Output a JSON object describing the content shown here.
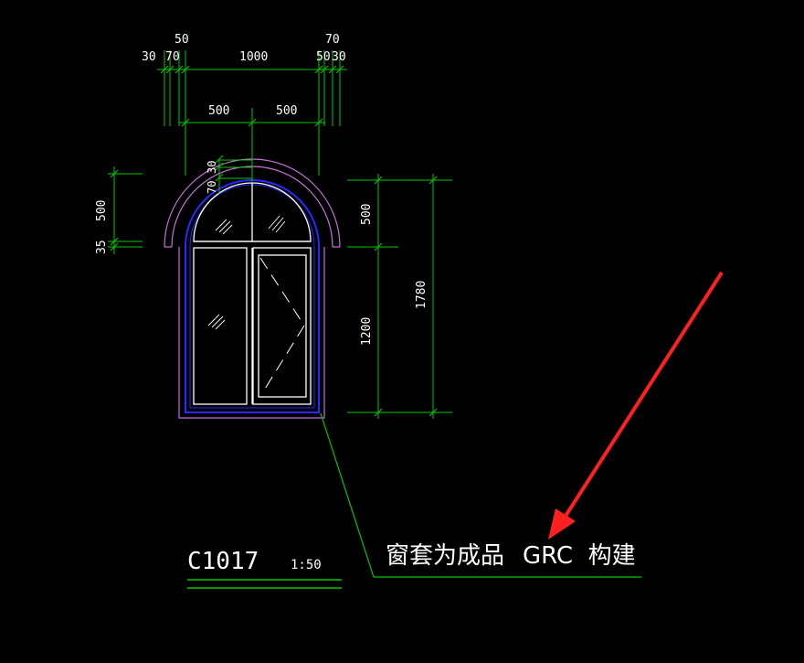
{
  "drawing": {
    "title": "C1017",
    "scale": "1:50",
    "note_left": "窗套为成品",
    "note_right": "GRC  构建"
  },
  "dimensions": {
    "top_30_left": "30",
    "top_70_left": "70",
    "top_50_left": "50",
    "top_1000": "1000",
    "top_70_right": "70",
    "top_50_right": "50",
    "top_30_right": "30",
    "mid_500_left": "500",
    "mid_500_right": "500",
    "arch_30": "30",
    "arch_70": "70",
    "left_500": "500",
    "left_35": "35",
    "right_500": "500",
    "right_1200": "1200",
    "right_1780": "1780"
  },
  "colors": {
    "dimension_lines": "#00c800",
    "outer_frame": "#c86edc",
    "blue_frame": "#2828ff",
    "window_lines": "#ffffff",
    "arrow": "#ff2020",
    "leader": "#00c800"
  }
}
